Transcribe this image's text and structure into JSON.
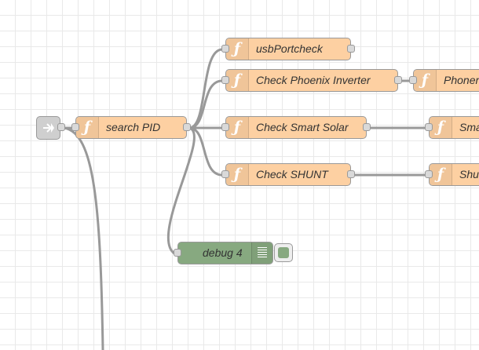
{
  "nodes": {
    "search_pid": "search PID",
    "usb_portcheck": "usbPortcheck",
    "check_phoenix": "Check Phoenix Inverter",
    "phoenix_next": "Phoner",
    "check_smart_solar": "Check Smart Solar",
    "smart_next": "Sma",
    "check_shunt": "Check SHUNT",
    "shunt_next": "Shu",
    "debug": "debug 4"
  },
  "icons": {
    "function": "ƒ",
    "inject": "inject-arrow-icon",
    "debug": "debug-list-icon"
  },
  "colors": {
    "function_node": "#fdd0a2",
    "debug_node": "#87a980",
    "inject_node": "#cfcfcf",
    "wire": "#999999"
  }
}
